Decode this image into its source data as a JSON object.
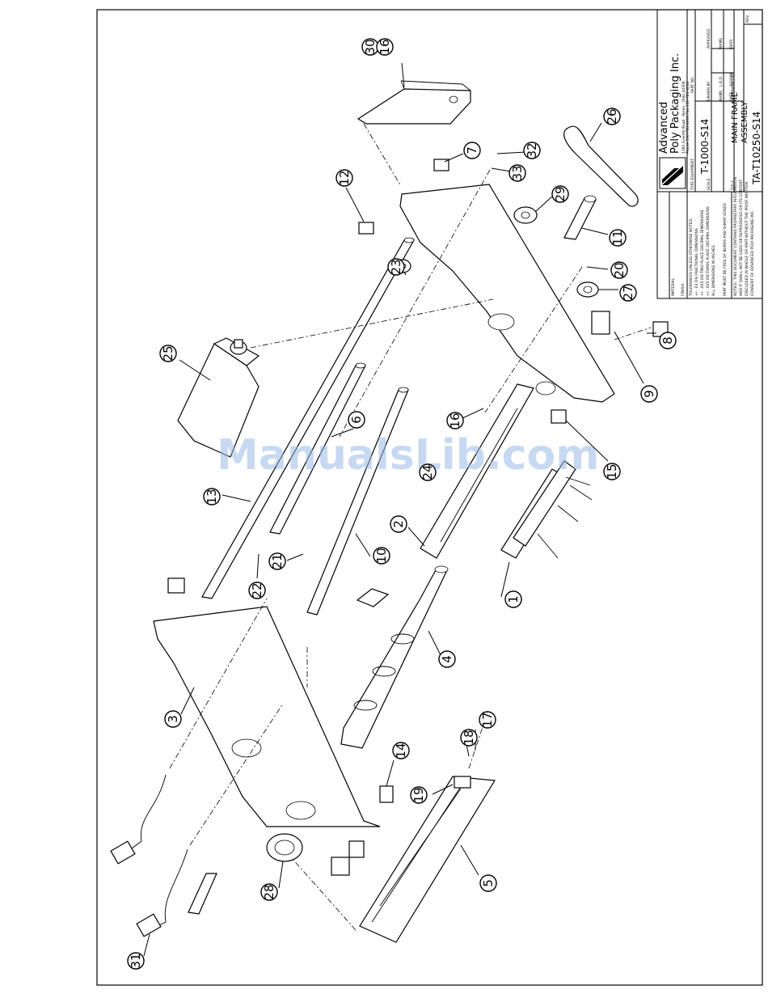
{
  "title_block": {
    "company_line1": "Advanced",
    "company_line2": "Poly Packaging Inc.",
    "address": "1381 Everett Road · Akron · Ohio 44306",
    "phone": "Phone 330-785-4000  Fax 330-785-4010",
    "type_equipment_label": "TYPE EQUIPMENT",
    "type_equipment": "T-1000-S14",
    "title_label": "TITLE",
    "title_line1": "MAIN FRAME",
    "title_line2": "ASSEMBLY",
    "drawing_no_label": "DRAWING NO.",
    "drawing_no": "TA-T10250-S14",
    "rev_label": "REV.",
    "part_no_label": "PART NO.",
    "scale_label": "SCALE",
    "drawn_by_label": "DRAWN BY",
    "approved_label": "APPROVED",
    "name_label": "NAME",
    "date_label": "DATE",
    "material_label": "MATERIAL",
    "finish_label": "FINISH",
    "drawn_name": "L.R.D",
    "drawn_date": "12/4/98",
    "tolerances": [
      "TOLERANCES UNLESS OTHERWISE NOTED:",
      "+/- .03 ON FRACTIONAL DIMENSIONS",
      "+/- .005 ON TWO PLACE DECIMAL DIMENSIONS",
      "+/- .005 ON THREE PLACE DECIMAL DIMENSIONS",
      "ALL DIMENSIONS IN INCHES",
      "PART MUST BE FREE OF BURRS AND SHARP EDGES"
    ],
    "notice": [
      "NOTICE: THIS DOCUMENT CONTAINS PROPRIETARY INFORMATION",
      "AND IT SHALL NOT BE USED OR REPRODUCED OR ITS CONTENT",
      "DISCLOSED IN WHOLE OR PART WITHOUT THE PRIOR WRITTEN",
      "CONSENT OF ADVANCED POLY-PACKAGING INC."
    ]
  },
  "watermark": "ManualsLib.com",
  "callouts": [
    {
      "label": "30"
    },
    {
      "label": "16"
    },
    {
      "label": "7"
    },
    {
      "label": "32"
    },
    {
      "label": "33"
    },
    {
      "label": "12"
    },
    {
      "label": "26"
    },
    {
      "label": "29"
    },
    {
      "label": "11"
    },
    {
      "label": "23"
    },
    {
      "label": "20"
    },
    {
      "label": "27"
    },
    {
      "label": "25"
    },
    {
      "label": "8"
    },
    {
      "label": "9"
    },
    {
      "label": "6"
    },
    {
      "label": "16"
    },
    {
      "label": "24"
    },
    {
      "label": "15"
    },
    {
      "label": "13"
    },
    {
      "label": "2"
    },
    {
      "label": "21"
    },
    {
      "label": "22"
    },
    {
      "label": "10"
    },
    {
      "label": "1"
    },
    {
      "label": "4"
    },
    {
      "label": "3"
    },
    {
      "label": "14"
    },
    {
      "label": "18"
    },
    {
      "label": "17"
    },
    {
      "label": "19"
    },
    {
      "label": "5"
    },
    {
      "label": "28"
    },
    {
      "label": "31"
    }
  ]
}
